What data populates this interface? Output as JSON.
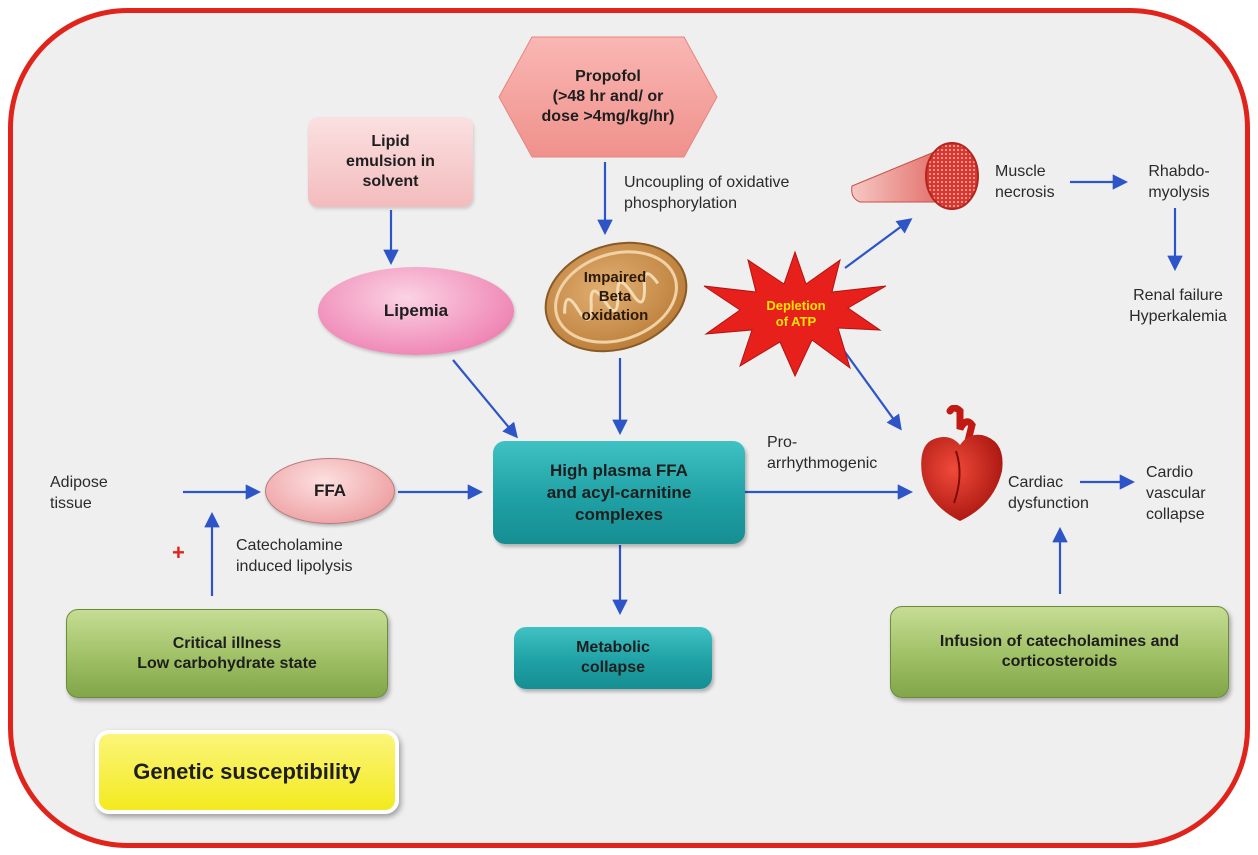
{
  "diagram": {
    "nodes": {
      "propofol": "Propofol\n(>48 hr and/ or\ndose >4mg/kg/hr)",
      "lipid_emulsion": "Lipid\nemulsion in\nsolvent",
      "lipemia": "Lipemia",
      "impaired_beta_oxidation": "Impaired\nBeta\noxidation",
      "depletion_atp": "Depletion\nof ATP",
      "high_plasma_ffa": "High plasma FFA\nand acyl-carnitine\ncomplexes",
      "ffa": "FFA",
      "metabolic_collapse": "Metabolic\ncollapse",
      "critical_illness": "Critical illness\nLow carbohydrate state",
      "infusion": "Infusion of catecholamines and\ncorticosteroids",
      "genetic": "Genetic susceptibility"
    },
    "labels": {
      "uncoupling": "Uncoupling of oxidative\nphosphorylation",
      "muscle_necrosis": "Muscle\nnecrosis",
      "rhabdomyolysis": "Rhabdo-\nmyolysis",
      "renal_failure": "Renal failure\nHyperkalemia",
      "pro_arrhythmogenic": "Pro-\narrhythmogenic",
      "cardiac_dysfunction": "Cardiac\ndysfunction",
      "cardiovascular_collapse": "Cardio\nvascular\ncollapse",
      "adipose_tissue": "Adipose\ntissue",
      "catecholamine_lipolysis": "Catecholamine\ninduced lipolysis",
      "plus_sign": "+"
    },
    "icons": [
      "muscle-fiber-icon",
      "heart-icon",
      "mitochondrion-icon",
      "starburst-icon"
    ],
    "colors": {
      "frame": "#e0241c",
      "background": "#efefef",
      "arrow": "#2d55c8",
      "teal_box": "#22a3a7",
      "green_box": "#9fc065",
      "yellow_box": "#f3ea1f",
      "starburst": "#e8201c",
      "atp_text": "#ffe600"
    }
  }
}
